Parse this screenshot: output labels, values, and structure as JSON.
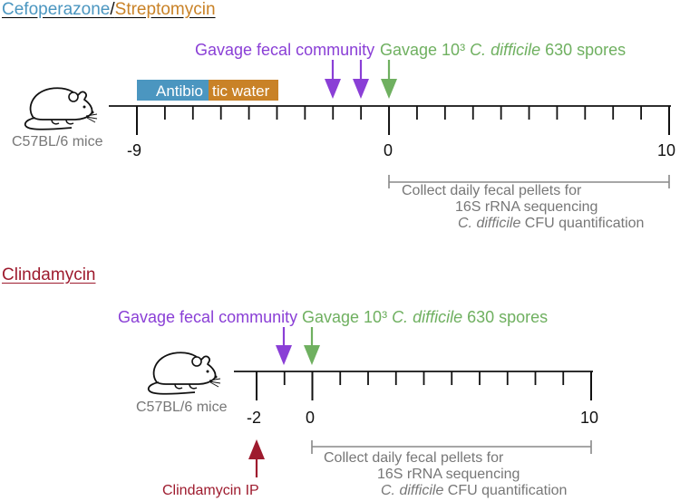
{
  "panel1": {
    "title_part1": "Cefoperazone",
    "title_sep": "/",
    "title_part2": "Streptomycin",
    "mouse_label": "C57BL/6 mice",
    "antibiotic_label_a": "Antibio",
    "antibiotic_label_b": "tic water",
    "gavage_community": "Gavage fecal community",
    "gavage_spores_pre": "Gavage 10³ ",
    "gavage_spores_italic": "C. difficile",
    "gavage_spores_post": " 630 spores",
    "tick_left": "-9",
    "tick_zero": "0",
    "tick_right": "10",
    "collect_line1": "Collect daily fecal pellets for",
    "collect_line2": "16S rRNA sequencing",
    "collect_line3_italic": "C. difficile",
    "collect_line3_rest": " CFU quantification"
  },
  "panel2": {
    "title": "Clindamycin",
    "mouse_label": "C57BL/6 mice",
    "gavage_community": "Gavage fecal community",
    "gavage_spores_pre": "Gavage 10³ ",
    "gavage_spores_italic": "C. difficile",
    "gavage_spores_post": " 630 spores",
    "tick_left": "-2",
    "tick_zero": "0",
    "tick_right": "10",
    "clindamycin_ip": "Clindamycin IP",
    "collect_line1": "Collect daily fecal pellets for",
    "collect_line2": "16S rRNA sequencing",
    "collect_line3_italic": "C. difficile",
    "collect_line3_rest": " CFU quantification"
  },
  "colors": {
    "cefoperazone": "#4b96c0",
    "streptomycin": "#c98227",
    "clindamycin": "#9e1b2e",
    "community_arrow": "#8a3fd6",
    "spores_arrow": "#6fb060",
    "bracket": "#888888"
  }
}
